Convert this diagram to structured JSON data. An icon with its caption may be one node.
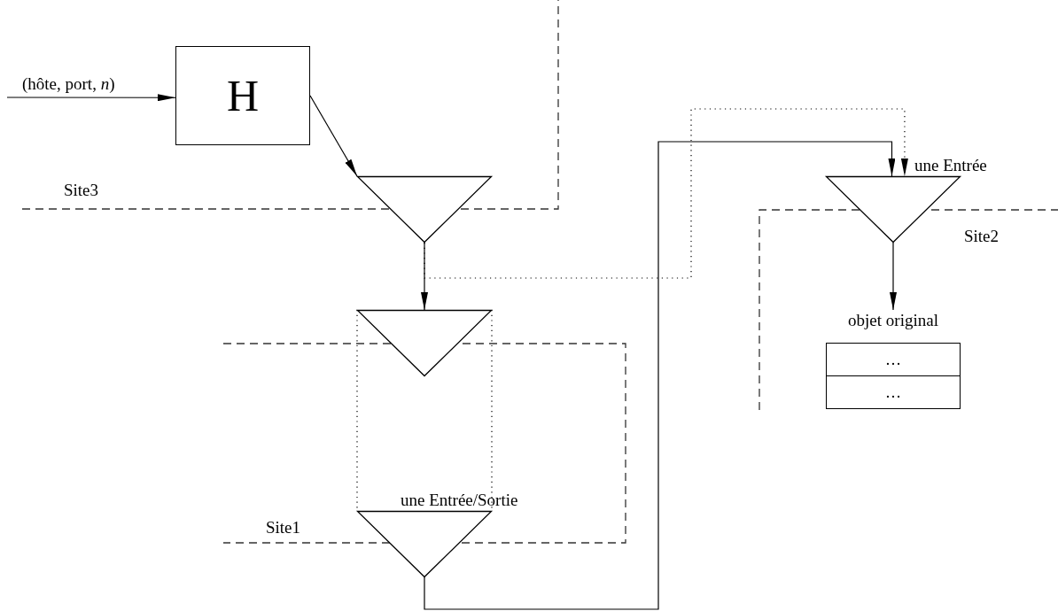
{
  "diagram": {
    "nodes": [
      {
        "text": [
          "H"
        ]
      },
      {
        "text": [],
        "shape": "triangle"
      },
      {
        "text": [],
        "shape": "triangle"
      },
      {
        "text": [],
        "shape": "triangle",
        "beside": [
          "une Entrée/Sortie"
        ]
      },
      {
        "text": [],
        "shape": "triangle",
        "beside": [
          "une Entrée"
        ]
      },
      {
        "text": [
          "objet original",
          "…",
          "…"
        ]
      }
    ],
    "edges": [
      {
        "from": null,
        "to": 0,
        "arrow": "to",
        "label": "(hôte, port, *n*)"
      },
      {
        "from": 0,
        "to": 1,
        "arrow": "to"
      },
      {
        "from": 1,
        "to": 2,
        "arrow": "to"
      },
      {
        "from": 3,
        "to": 4,
        "arrow": "to"
      },
      {
        "from": 1,
        "to": 4,
        "arrow": "to",
        "style": "dashed"
      },
      {
        "from": 2,
        "to": 3,
        "arrow": "none",
        "style": "dashed"
      },
      {
        "from": 2,
        "to": 3,
        "arrow": "none",
        "style": "dashed"
      },
      {
        "from": 4,
        "to": 5,
        "arrow": "to"
      }
    ],
    "labels": [
      "Site3",
      "Site2",
      "Site1"
    ]
  }
}
